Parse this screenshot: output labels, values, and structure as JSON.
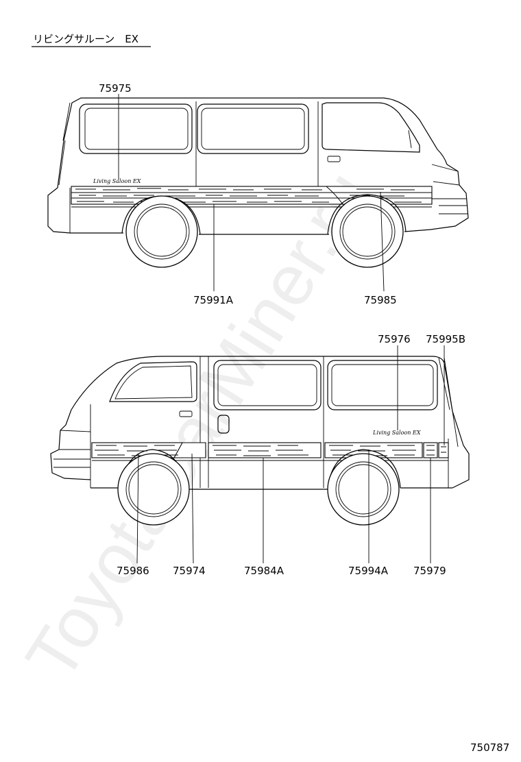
{
  "title": "リビングサルーン　EX",
  "page_number": "750787",
  "watermark": "ToyotaCarMiner.ru",
  "emblem_text": "Living Saloon EX",
  "upper_view": {
    "callouts": [
      "75975",
      "75991A",
      "75985"
    ]
  },
  "lower_view": {
    "callouts": [
      "75976",
      "75995B",
      "75986",
      "75974",
      "75984A",
      "75994A",
      "75979"
    ]
  }
}
